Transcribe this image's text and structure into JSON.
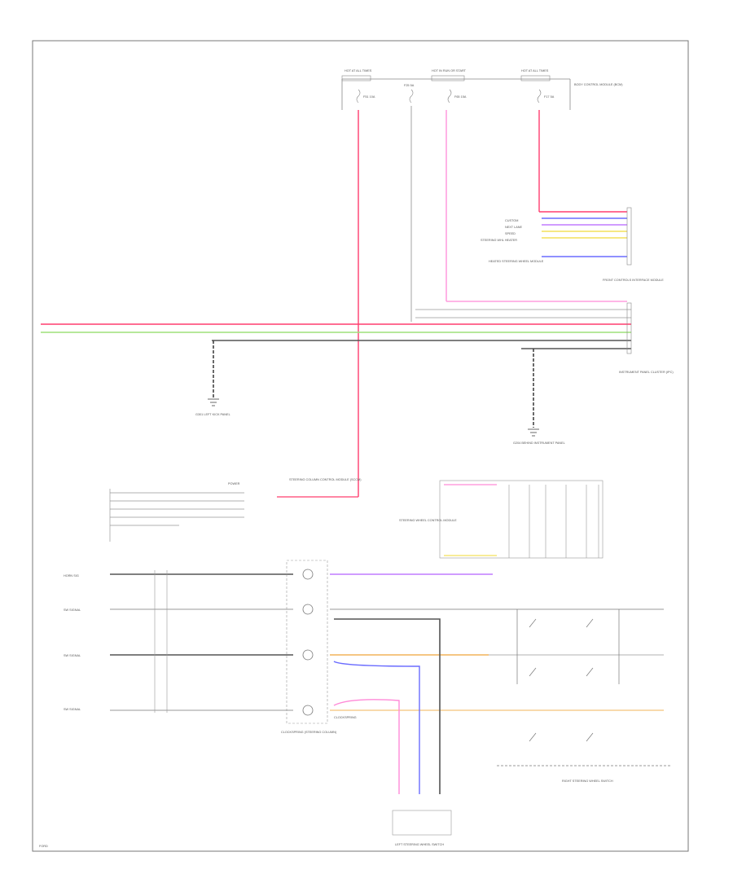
{
  "diagram": {
    "border_color": "#777777",
    "wire_colors": {
      "red": "#ff3d6e",
      "green": "#9ee07a",
      "pink": "#ff8ad8",
      "violet": "#c07bff",
      "blue": "#6a6cff",
      "yellow": "#f3e05a",
      "orange": "#f2b45a",
      "gray": "#8a8a8a",
      "dark": "#444444"
    },
    "labels": {
      "fuse_top_left": "HOT AT ALL TIMES",
      "fuse_top_mid": "HOT IN RUN OR START",
      "fuse_top_right": "HOT AT ALL TIMES",
      "fuse_box_right": "BODY CONTROL MODULE (BCM)",
      "fuse_f1": "F51 10A",
      "fuse_f2": "F25 5A",
      "fuse_f3": "F65 15A",
      "fuse_f4": "F17 5A",
      "steering_module": "STEERING WHEEL CONTROL MODULE",
      "clockspring": "CLOCKSPRING",
      "switch_list_1": "CUSTOM",
      "switch_list_2": "NEXT LANE",
      "switch_list_3": "SPEED",
      "switch_list_4": "STEERING WHL HEATER",
      "heated_module": "HEATED STEERING WHEEL MODULE",
      "front_controls": "FRONT CONTROLS INTERFACE MODULE",
      "ground_left": "G301 LEFT KICK PANEL",
      "ground_mid": "G204 BEHIND INSTRUMENT PANEL",
      "instrument": "INSTRUMENT PANEL CLUSTER (IPC)",
      "connector_left_label": "STEERING COLUMN CONTROL MODULE (SCCM)",
      "clockspring_label": "CLOCKSPRING (STEERING COLUMN)",
      "left_switch_label": "LEFT STEERING WHEEL SWITCH",
      "right_switch_label": "RIGHT STEERING WHEEL SWITCH",
      "row1": "HORN SIG",
      "row2": "SW SIGNAL",
      "row3": "SW SIGNAL",
      "row4": "SW SIGNAL",
      "power_label": "POWER",
      "footer": "FORD"
    }
  }
}
